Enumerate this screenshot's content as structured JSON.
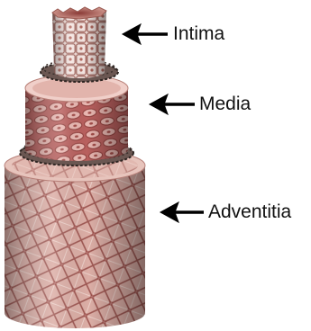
{
  "labels": {
    "intima": "Intima",
    "media": "Media",
    "adventitia": "Adventitia"
  },
  "colors": {
    "adventitia_base": "#d9a8a0",
    "adventitia_line": "#8a3a36",
    "media_base": "#c97a78",
    "media_cell": "#e8b4b0",
    "intima_base": "#ecd2cc",
    "intima_cell_border": "#9a5a52",
    "fiber": "#3a2f2c",
    "arrow": "#000000",
    "text": "#111111"
  }
}
